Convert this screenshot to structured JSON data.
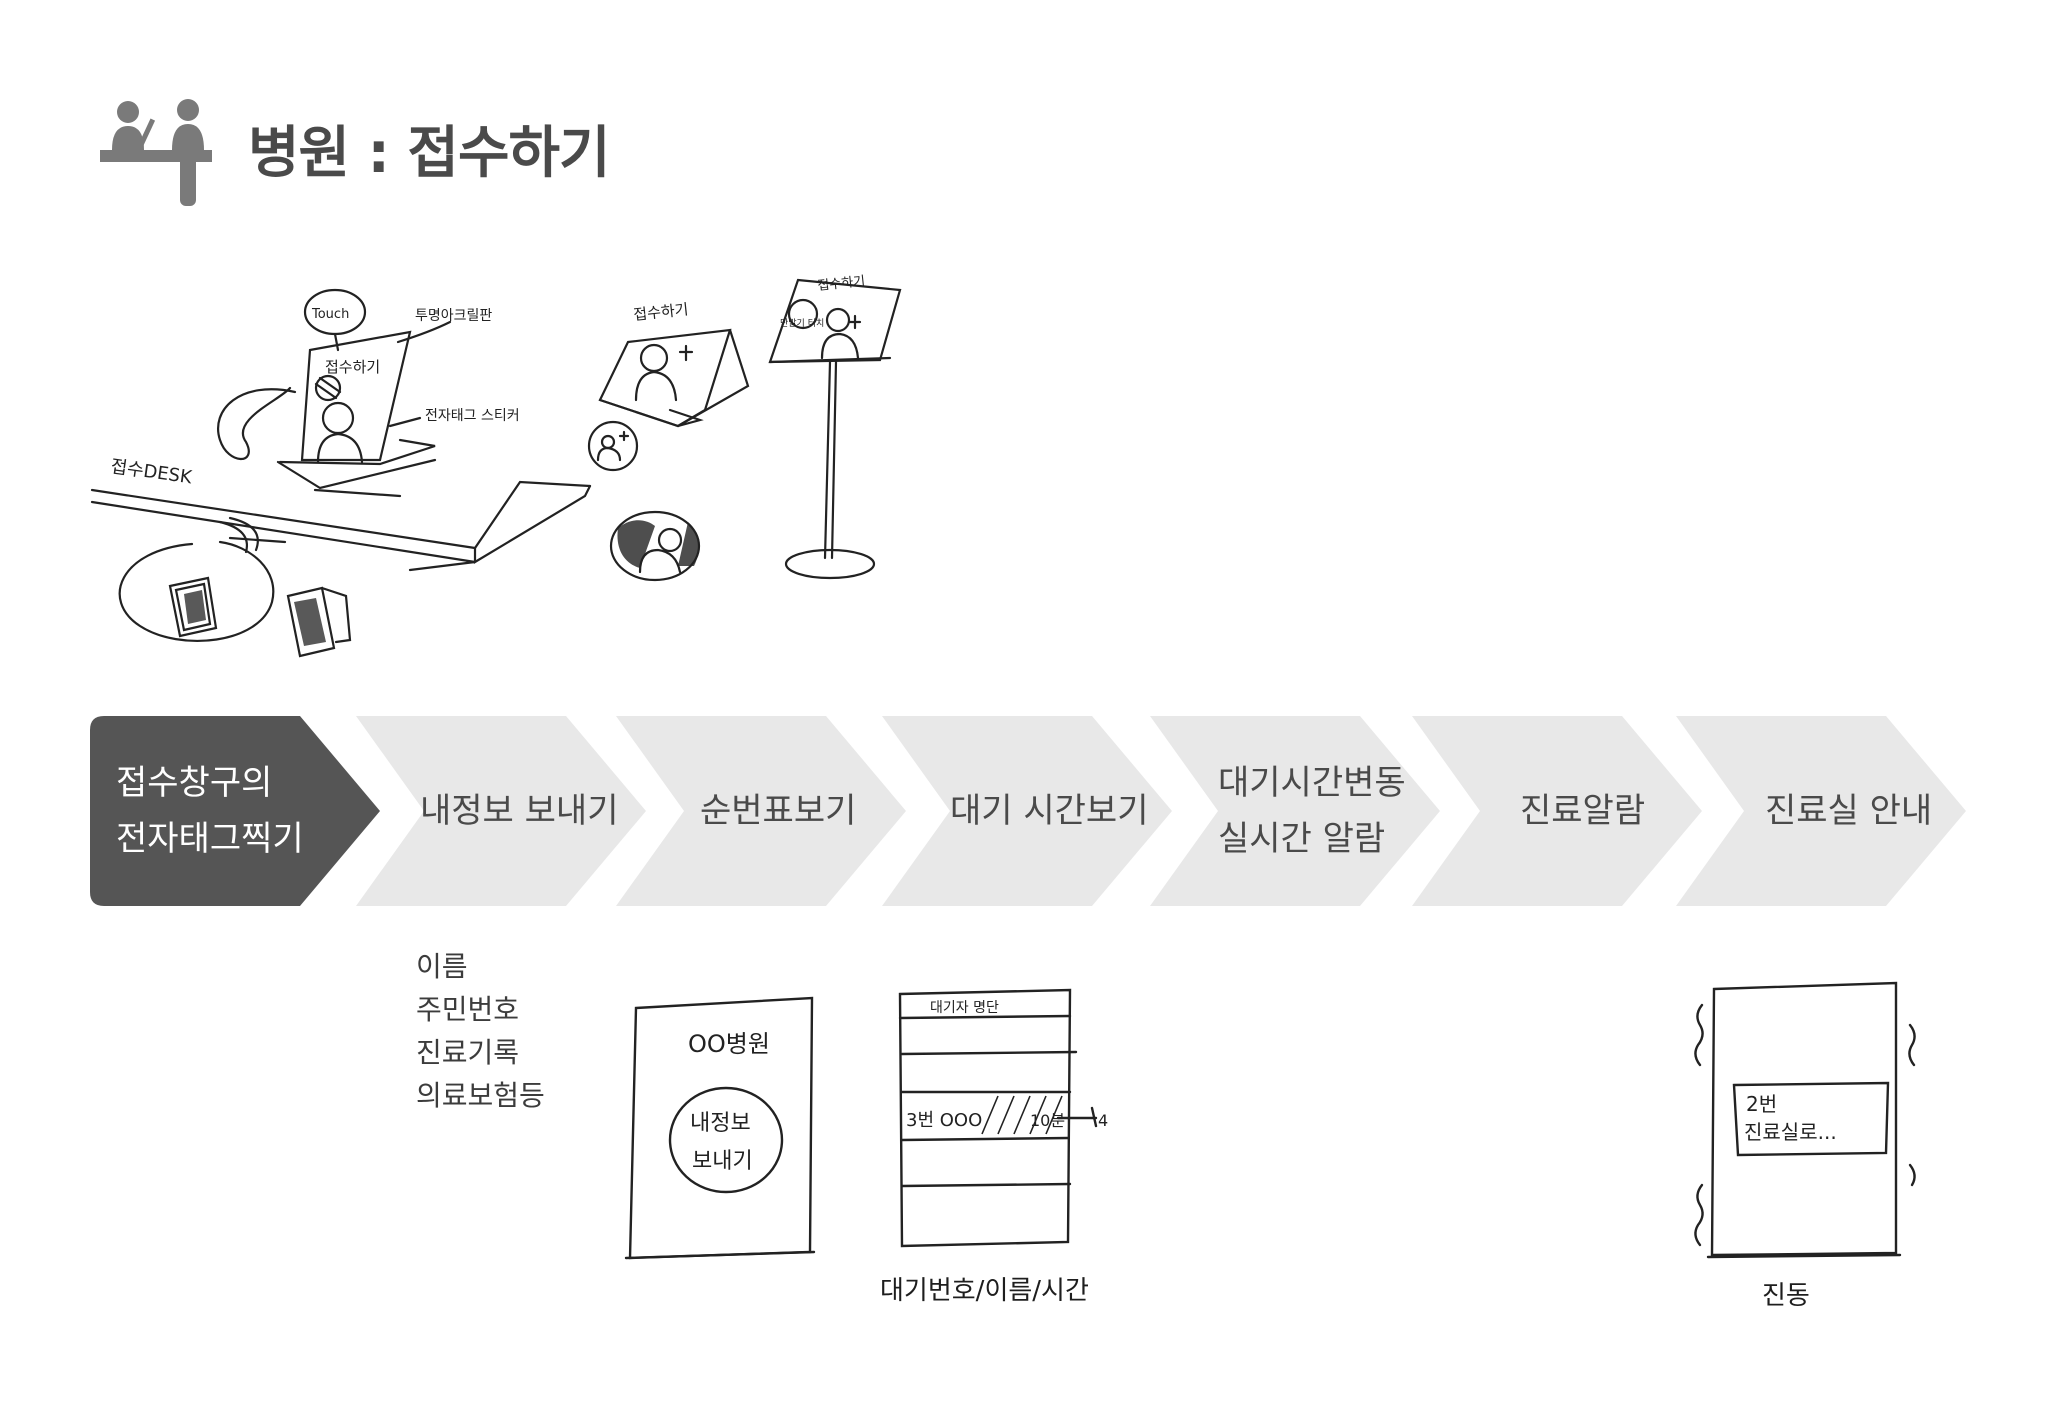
{
  "title": "병원 : 접수하기",
  "icon": "reception-desk-icon",
  "colors": {
    "active": "#555555",
    "inactive": "#e8e8e8",
    "active_text": "#ffffff",
    "inactive_text": "#4a4a4a"
  },
  "sketch_labels": {
    "touch": "Touch",
    "panel_note": "투명아크릴판",
    "reception": "접수하기",
    "sticker": "전자태그 스티커",
    "desk": "접수DESK",
    "tent": "접수하기",
    "stand": "접수하기",
    "stand_inner": "단말기 터치"
  },
  "steps": [
    {
      "lines": [
        "접수창구의",
        "전자태그찍기"
      ]
    },
    {
      "lines": [
        "내정보 보내기"
      ]
    },
    {
      "lines": [
        "순번표보기"
      ]
    },
    {
      "lines": [
        "대기 시간보기"
      ]
    },
    {
      "lines": [
        "대기시간변동",
        "실시간 알람"
      ]
    },
    {
      "lines": [
        "진료알람"
      ]
    },
    {
      "lines": [
        "진료실 안내"
      ]
    }
  ],
  "info_list": [
    "이름",
    "주민번호",
    "진료기록",
    "의료보험등"
  ],
  "phone_send": {
    "hospital": "OO병원",
    "button": [
      "내정보",
      "보내기"
    ]
  },
  "waiting_list": {
    "header": "대기자 명단",
    "row": "3번 OOO",
    "time": "10분",
    "marker": "4",
    "caption": "대기번호/이름/시간"
  },
  "alarm_phone": {
    "message": [
      "2번",
      "진료실로..."
    ],
    "caption": "진동"
  }
}
